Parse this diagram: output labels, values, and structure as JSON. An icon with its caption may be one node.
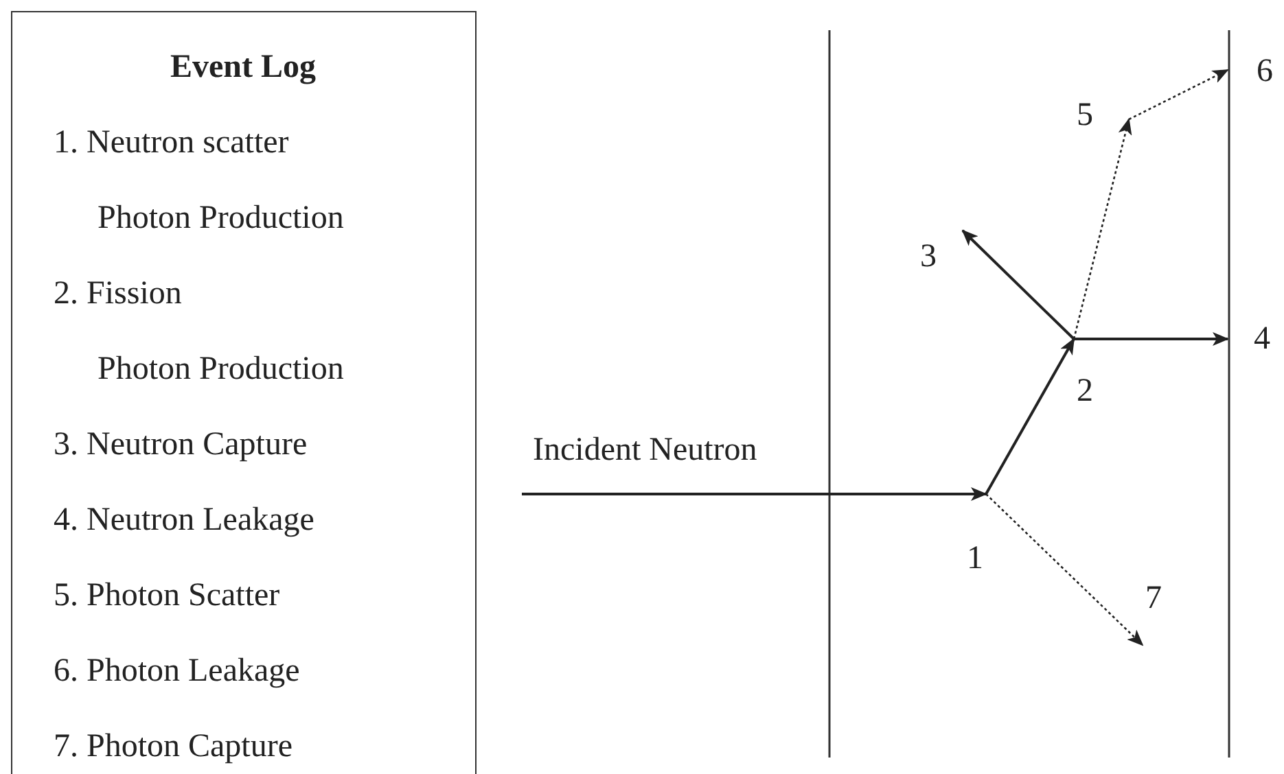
{
  "diagram": {
    "nodes": [
      {
        "text": [
          "Event Log",
          "1. Neutron scatter",
          "Photon Production",
          "2. Fission",
          "Photon Production",
          "3. Neutron Capture",
          "4. Neutron Leakage",
          "5. Photon Scatter",
          "6. Photon Leakage",
          "7. Photon Capture"
        ]
      },
      {
        "text": [
          "1"
        ]
      },
      {
        "text": [
          "2"
        ]
      },
      {
        "text": [
          "3"
        ]
      },
      {
        "text": [
          "4"
        ]
      },
      {
        "text": [
          "5"
        ]
      },
      {
        "text": [
          "6"
        ]
      },
      {
        "text": [
          "7"
        ]
      }
    ],
    "edges": [
      {
        "from": null,
        "to": 1,
        "arrow": "to",
        "label": "Incident Neutron"
      },
      {
        "from": 1,
        "to": 2,
        "arrow": "to"
      },
      {
        "from": 2,
        "to": 3,
        "arrow": "to"
      },
      {
        "from": 2,
        "to": 4,
        "arrow": "to"
      },
      {
        "from": 2,
        "to": 5,
        "arrow": "to",
        "style": "dashed"
      },
      {
        "from": 5,
        "to": 6,
        "arrow": "to",
        "style": "dashed"
      },
      {
        "from": 1,
        "to": 7,
        "arrow": "to",
        "style": "dashed"
      }
    ]
  }
}
